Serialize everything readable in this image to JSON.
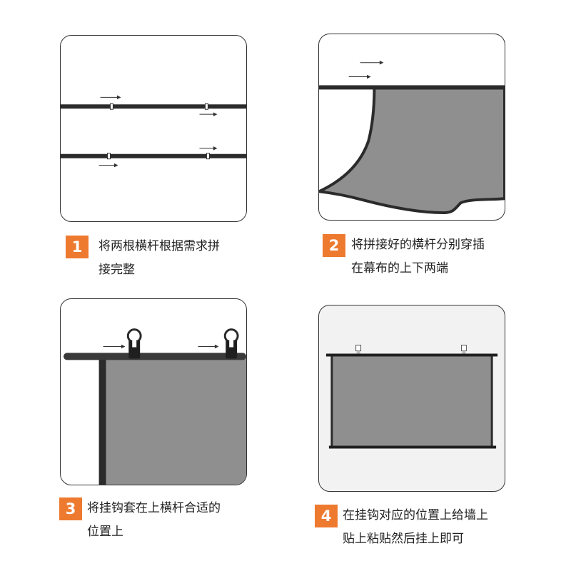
{
  "steps": [
    {
      "number": "1",
      "line1": "将两根横杆根据需求拼",
      "line2": "接完整"
    },
    {
      "number": "2",
      "line1": "将拼接好的横杆分别穿插",
      "line2": "在幕布的上下两端"
    },
    {
      "number": "3",
      "line1": "将挂钩套在上横杆合适的",
      "line2": "位置上"
    },
    {
      "number": "4",
      "line1": "在挂钩对应的位置上给墙上",
      "line2": "贴上粘贴然后挂上即可"
    }
  ],
  "colors": {
    "accent": "#ee7a30",
    "screen": "#8f8f8f",
    "bar": "#2b2b2b",
    "wall": "#f2f2f2"
  }
}
